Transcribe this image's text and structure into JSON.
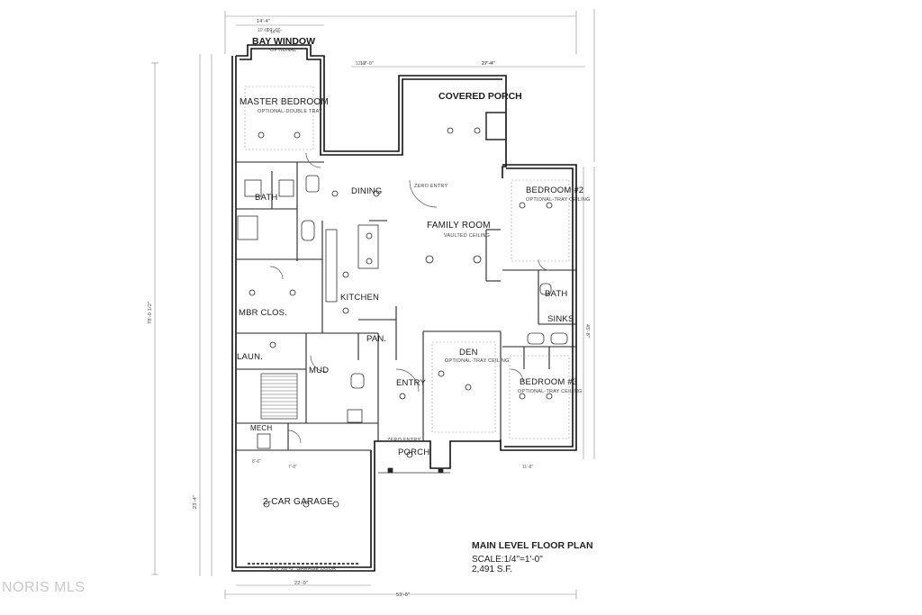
{
  "rooms": {
    "bay_window": "BAY WINDOW",
    "bay_optional": "OPTIONAL",
    "master_bedroom": "MASTER BEDROOM",
    "master_note": "OPTIONAL-DOUBLE TRAY",
    "covered_porch": "COVERED PORCH",
    "bath1": "BATH",
    "dining": "DINING",
    "family_room": "FAMILY ROOM",
    "family_note": "VAULTED CEILING",
    "bedroom2": "BEDROOM #2",
    "bedroom2_note": "OPTIONAL-TRAY CEILING",
    "bath2": "BATH",
    "sinks": "SINKS",
    "kitchen": "KITCHEN",
    "mbr_closet": "MBR CLOS.",
    "pantry": "PAN.",
    "laundry": "LAUN.",
    "mud": "MUD",
    "entry": "ENTRY",
    "den": "DEN",
    "den_note": "OPTIONAL-TRAY CEILING",
    "bedroom3": "BEDROOM #3",
    "bedroom3_note": "OPTIONAL-TRAY CEILING",
    "mech": "MECH",
    "porch": "PORCH",
    "garage": "2-CAR GARAGE",
    "zero_entry_1": "ZERO ENTRY",
    "zero_entry_2": "ZERO ENTRY",
    "garage_door": "9'-0\"X8'-0\" GARAGE DOOR"
  },
  "dimensions": {
    "top_overall": "14'-4\"",
    "bay_width": "10'-0\"",
    "porch_width": "12'-0\"",
    "right_top": "27'-4\"",
    "bottom_garage": "22'-0\"",
    "bottom_overall": "53'-8\"",
    "left_overall": "78'-0 1/2\"",
    "right_overall": "45'-8\"",
    "garage_depth": "23'-4\""
  },
  "title_block": {
    "title": "MAIN LEVEL FLOOR PLAN",
    "scale": "SCALE:1/4\"=1'-0\"",
    "area": "2,491 S.F."
  },
  "watermark": "NORIS MLS"
}
